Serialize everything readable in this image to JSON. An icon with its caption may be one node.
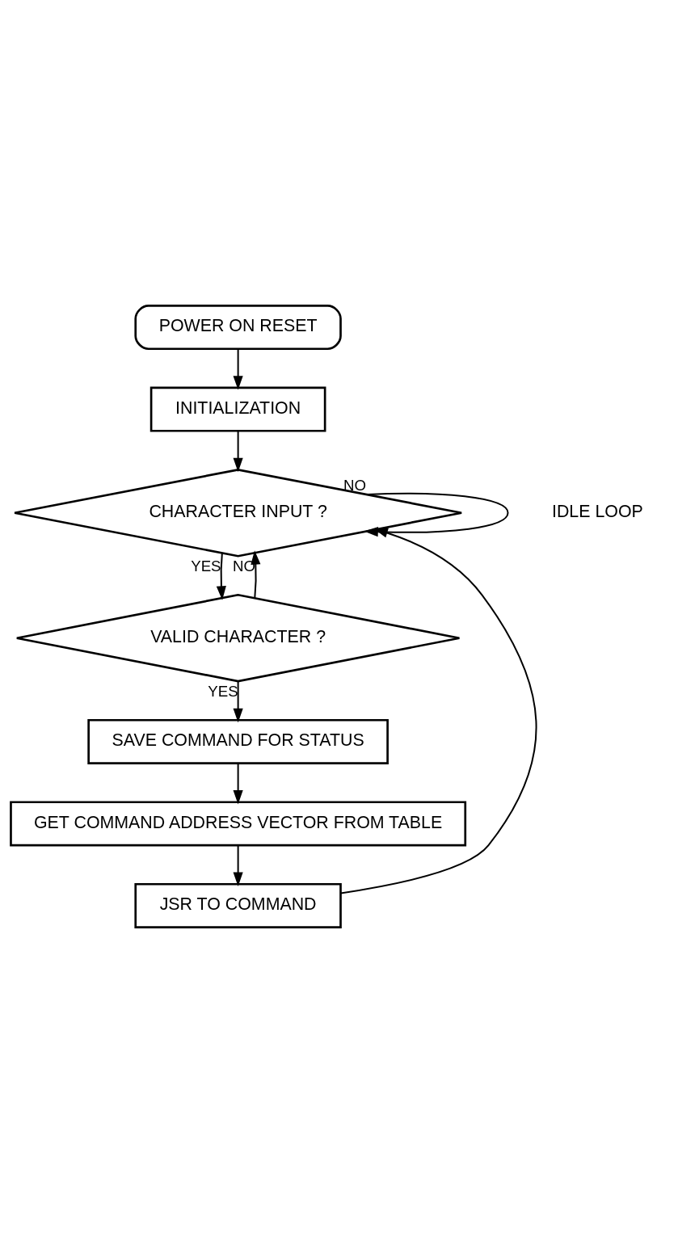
{
  "diagram": {
    "nodes": [
      {
        "text": [
          "POWER ON RESET"
        ]
      },
      {
        "text": [
          "INITIALIZATION"
        ]
      },
      {
        "text": [
          "CHARACTER INPUT ?"
        ]
      },
      {
        "text": [
          "VALID CHARACTER ?"
        ]
      },
      {
        "text": [
          "SAVE COMMAND FOR STATUS"
        ]
      },
      {
        "text": [
          "GET COMMAND ADDRESS VECTOR FROM TABLE"
        ]
      },
      {
        "text": [
          "JSR TO COMMAND"
        ]
      }
    ],
    "edges": [
      {
        "from": 0,
        "to": 1,
        "arrow": "to"
      },
      {
        "from": 1,
        "to": 2,
        "arrow": "to"
      },
      {
        "from": 2,
        "to": 2,
        "label": "NO",
        "arrow": "to"
      },
      {
        "from": 2,
        "to": 3,
        "label": "YES",
        "arrow": "to"
      },
      {
        "from": 3,
        "to": 2,
        "label": "NO",
        "arrow": "to"
      },
      {
        "from": 3,
        "to": 4,
        "label": "YES",
        "arrow": "to"
      },
      {
        "from": 4,
        "to": 5,
        "arrow": "to"
      },
      {
        "from": 5,
        "to": 6,
        "arrow": "to"
      },
      {
        "from": 6,
        "to": 2,
        "arrow": "to"
      }
    ],
    "labels": [
      "IDLE LOOP"
    ]
  }
}
